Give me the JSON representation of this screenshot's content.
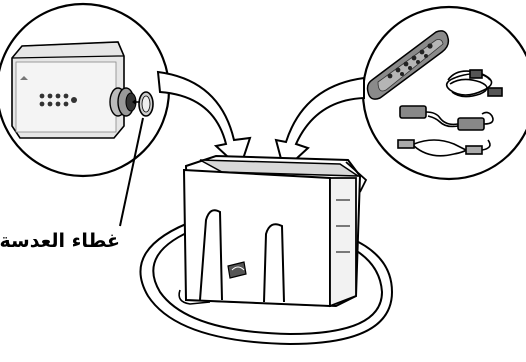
{
  "labels": {
    "lens_cap": "غطاء العدسة"
  },
  "icons": {
    "projector": "projector-illustration",
    "lens_cap": "lens-cap-illustration",
    "remote": "remote-control-illustration",
    "cables": "cable-bundle-illustration",
    "bag": "carrying-bag-illustration"
  },
  "colors": {
    "line": "#000000",
    "fill": "#ffffff",
    "shade": "#d9d9d9",
    "dark": "#555555"
  }
}
